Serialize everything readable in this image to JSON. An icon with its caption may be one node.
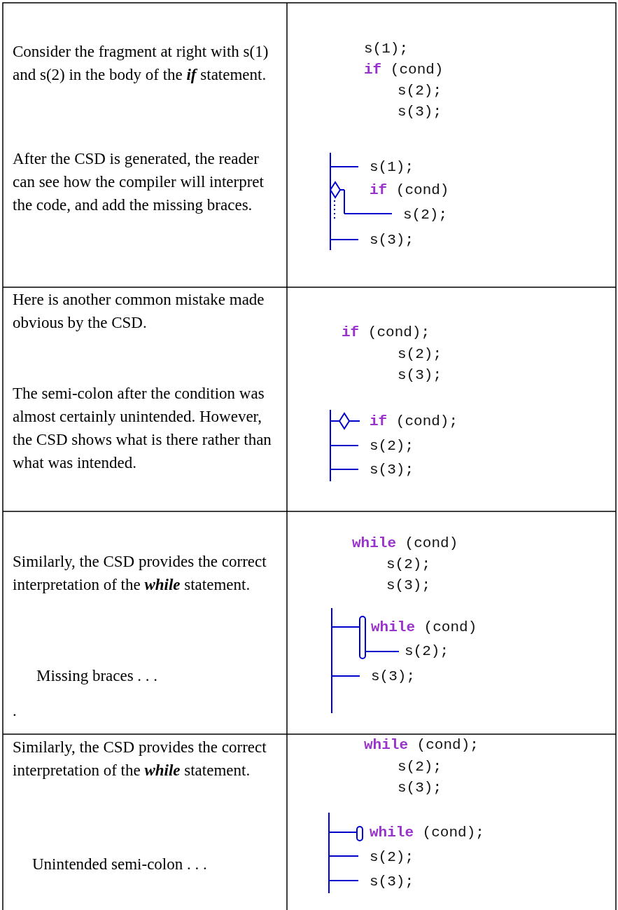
{
  "diagram": {
    "labels": [
      "Consider the fragment at right with s(1) and s(2) in the body of the *if* statement.",
      "After the CSD is generated, the reader can see how the compiler will interpret the code, and add the missing braces.",
      "s(1);",
      "**if** (cond)",
      "s(2);",
      "s(3);",
      "s(1);",
      "**if** (cond)",
      "s(2);",
      "s(3);",
      "Here is another common mistake made obvious by the CSD.",
      "The semi-colon after the condition was almost certainly unintended. However, the CSD shows what is there rather than what was intended.",
      "**if** (cond);",
      "s(2);",
      "s(3);",
      "**if** (cond);",
      "s(2);",
      "s(3);",
      "Similarly, the CSD provides the correct interpretation of the *while* statement.",
      "Missing braces . . .",
      ".",
      "**while** (cond)",
      "s(2);",
      "s(3);",
      "**while** (cond)",
      "s(2);",
      "s(3);",
      "Similarly, the CSD provides the correct interpretation of the *while* statement.",
      "Unintended semi-colon . . .",
      "**while** (cond);",
      "s(2);",
      "s(3);",
      "**while** (cond);",
      "s(2);",
      "s(3);"
    ]
  }
}
